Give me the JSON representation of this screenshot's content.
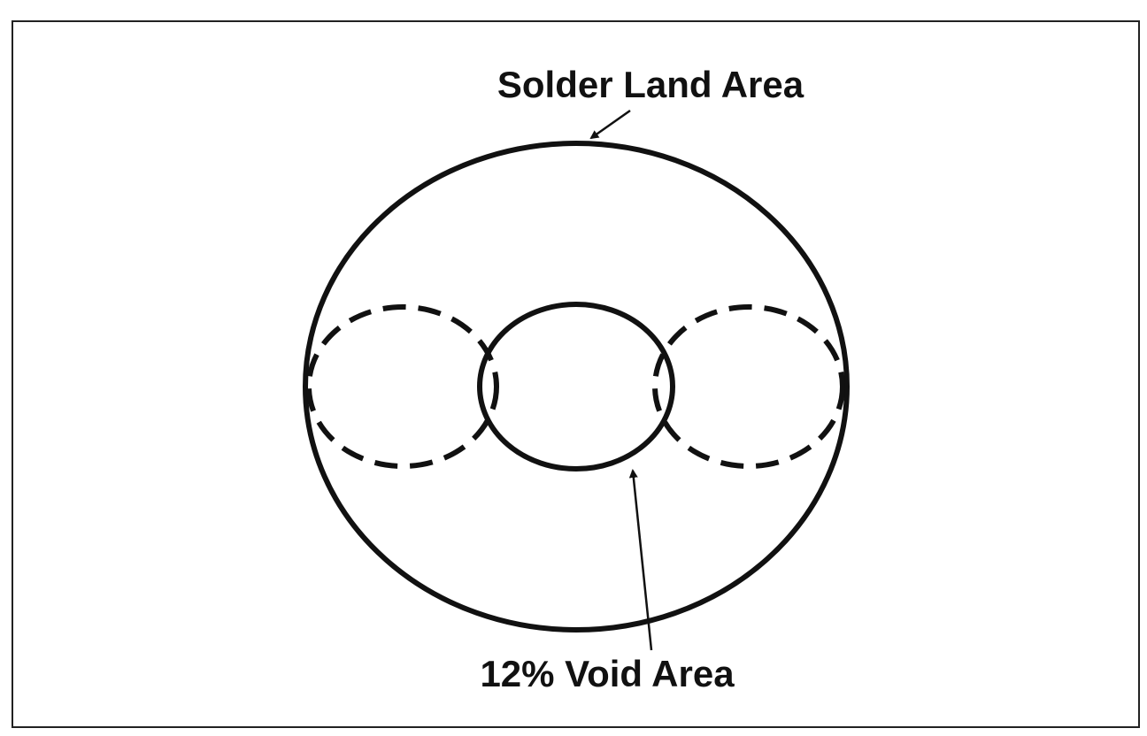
{
  "diagram": {
    "labels": {
      "solder_land": "Solder Land Area",
      "void_area": "12% Void Area"
    },
    "void_percent": 12,
    "colors": {
      "stroke": "#111111",
      "background": "#ffffff"
    }
  }
}
